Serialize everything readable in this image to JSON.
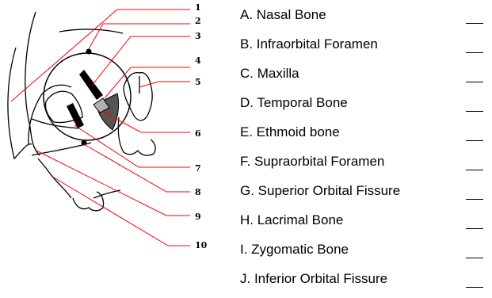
{
  "numbers": [
    "1",
    "2",
    "3",
    "4",
    "5",
    "6",
    "7",
    "8",
    "9",
    "10"
  ],
  "terms": [
    "A. Nasal Bone",
    "B. Infraorbital Foramen",
    "C. Maxilla",
    "D. Temporal Bone",
    "E. Ethmoid bone",
    "F. Supraorbital Foramen",
    "G. Superior Orbital Fissure",
    "H. Lacrimal Bone",
    "I. Zygomatic Bone",
    "J. Inferior Orbital Fissure"
  ],
  "colors": {
    "leader": "#ff0000",
    "outline": "#000000",
    "fill_dark": "#555555",
    "fill_light": "#b0b0b0"
  }
}
